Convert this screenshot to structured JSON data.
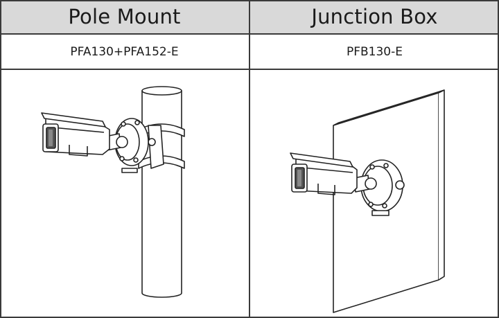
{
  "table": {
    "columns": [
      {
        "header": "Pole Mount",
        "model": "PFA130+PFA152-E"
      },
      {
        "header": "Junction Box",
        "model": "PFB130-E"
      }
    ]
  }
}
